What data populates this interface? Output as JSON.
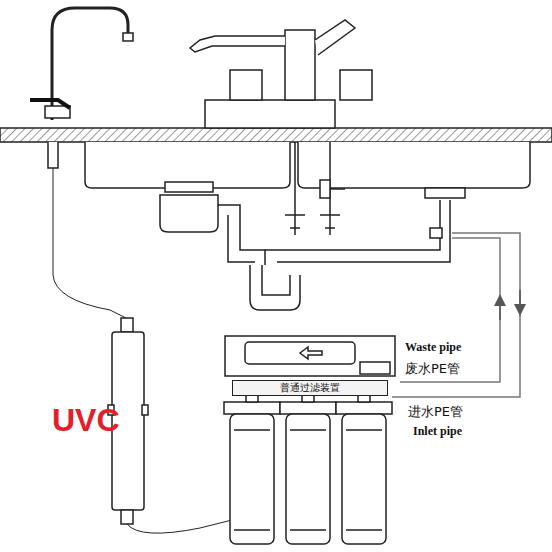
{
  "diagram": {
    "nodes": [
      {
        "text": [
          "普通过滤装置"
        ]
      }
    ],
    "labels": [
      "UVC",
      "Waste pipe",
      "废水PE管",
      "进水PE管",
      "Inlet pipe"
    ]
  }
}
